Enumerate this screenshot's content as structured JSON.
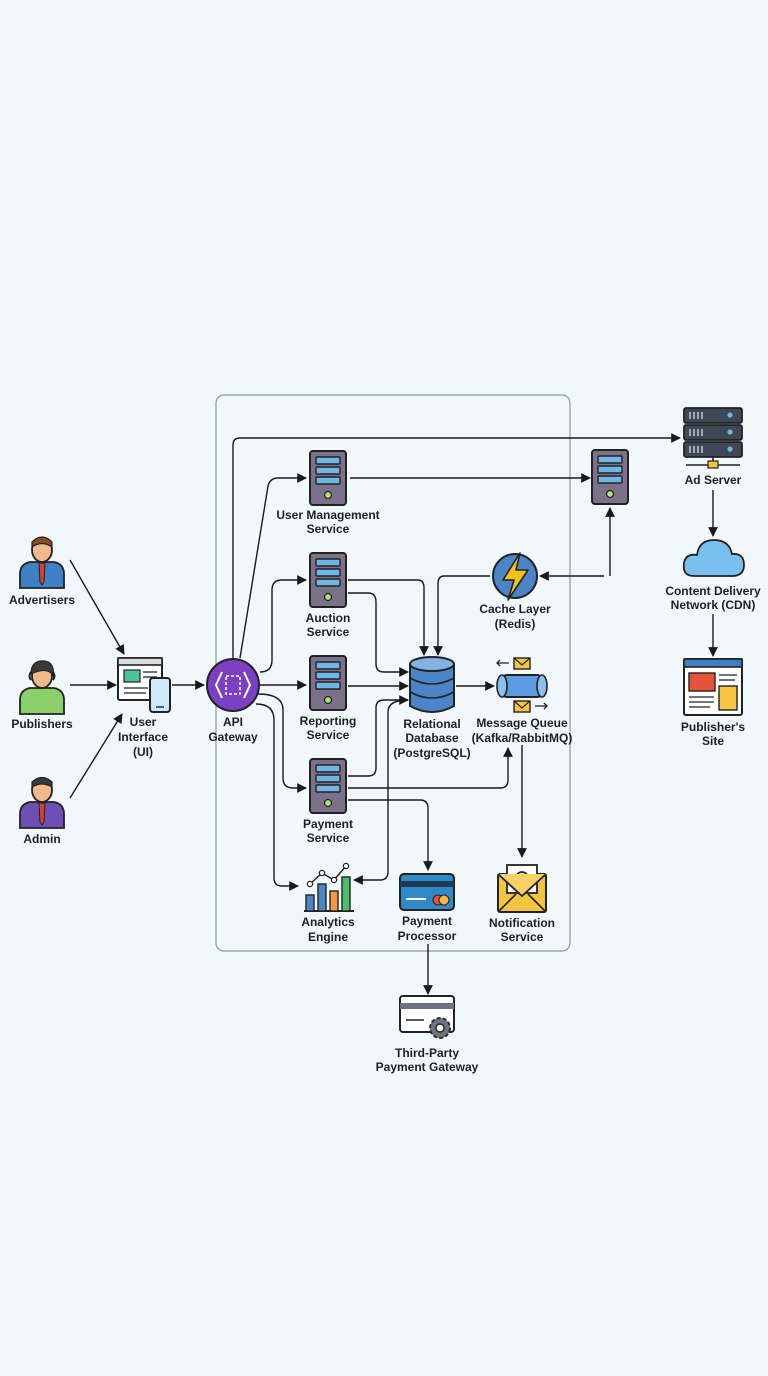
{
  "actors": {
    "advertisers": "Advertisers",
    "publishers": "Publishers",
    "admin": "Admin"
  },
  "ui": {
    "line1": "User",
    "line2": "Interface",
    "line3": "(UI)"
  },
  "gateway": {
    "line1": "API",
    "line2": "Gateway"
  },
  "services": {
    "user_management": {
      "line1": "User Management",
      "line2": "Service"
    },
    "auction": {
      "line1": "Auction",
      "line2": "Service"
    },
    "reporting": {
      "line1": "Reporting",
      "line2": "Service"
    },
    "payment": {
      "line1": "Payment",
      "line2": "Service"
    }
  },
  "analytics": {
    "line1": "Analytics",
    "line2": "Engine"
  },
  "payment_processor": {
    "line1": "Payment",
    "line2": "Processor"
  },
  "notification": {
    "line1": "Notification",
    "line2": "Service"
  },
  "database": {
    "line1": "Relational",
    "line2": "Database",
    "line3": "(PostgreSQL)"
  },
  "message_queue": {
    "line1": "Message Queue",
    "line2": "(Kafka/RabbitMQ)"
  },
  "cache": {
    "line1": "Cache Layer",
    "line2": "(Redis)"
  },
  "ad_server": {
    "line1": "Ad Server"
  },
  "cdn": {
    "line1": "Content Delivery",
    "line2": "Network (CDN)"
  },
  "publisher_site": {
    "line1": "Publisher's",
    "line2": "Site"
  },
  "third_party": {
    "line1": "Third-Party",
    "line2": "Payment Gateway"
  },
  "colors": {
    "background": "#f1f8fc",
    "server_body": "#7b7189",
    "server_bay": "#6fb6e4",
    "gateway": "#7b3fc4",
    "database": "#4a86c7",
    "cache_bolt": "#f6c11d",
    "queue": "#5b9de0",
    "envelope": "#f5c542",
    "card": "#2f89c7",
    "cloud": "#79bff0",
    "ad_server": "#3d4755"
  }
}
